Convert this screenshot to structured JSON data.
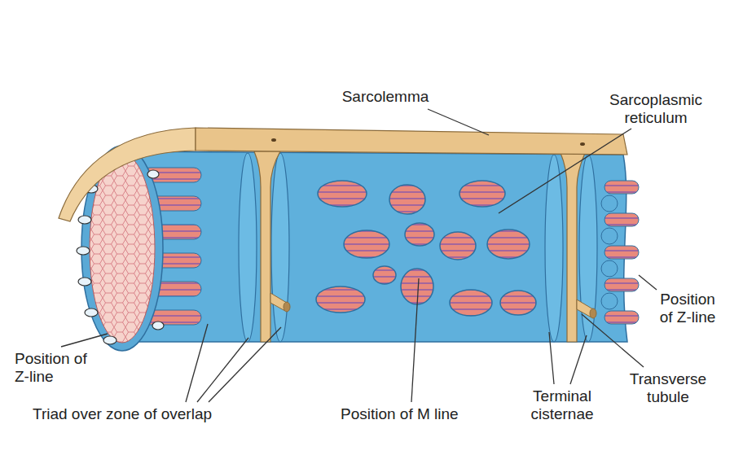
{
  "diagram": {
    "labels": [
      "Sarcolemma",
      "Sarcoplasmic reticulum",
      "Position of Z-line",
      "Position of Z-line",
      "Triad over zone of overlap",
      "Position of M line",
      "Terminal cisternae",
      "Transverse tubule"
    ]
  }
}
